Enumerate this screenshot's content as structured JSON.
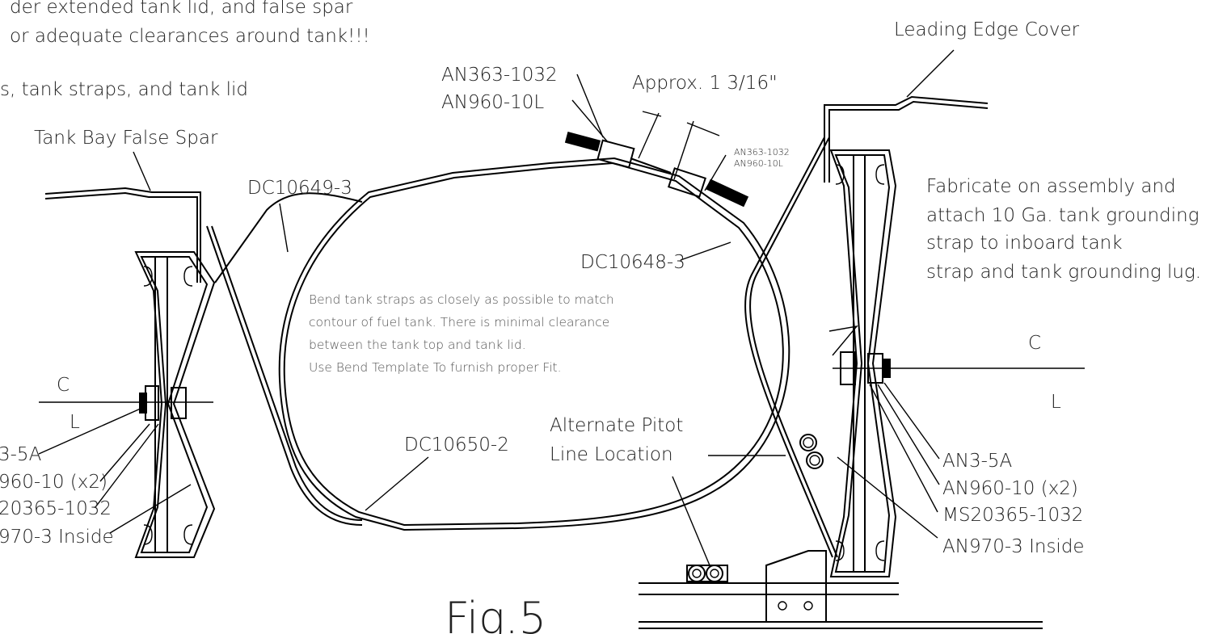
{
  "notes": {
    "top_line1": "der extended tank lid, and false spar",
    "top_line2": "or adequate clearances around tank!!!",
    "top_line3": "s, tank straps, and tank lid"
  },
  "labels": {
    "leading_edge_cover": "Leading Edge Cover",
    "tank_bay_false_spar": "Tank Bay False Spar",
    "an363_top": "AN363-1032",
    "an960_top": "AN960-10L",
    "approx": "Approx. 1 3/16\"",
    "an363_small": "AN363-1032",
    "an960_small": "AN960-10L",
    "dc10649": "DC10649-3",
    "dc10648": "DC10648-3",
    "dc10650": "DC10650-2",
    "alt_pitot_1": "Alternate Pitot",
    "alt_pitot_2": "Line Location",
    "fig": "Fig.5"
  },
  "fabricate_note": [
    "Fabricate on assembly and",
    "attach 10 Ga. tank grounding",
    "strap to inboard tank",
    "strap and tank grounding lug."
  ],
  "bend_note": [
    "Bend tank straps as closely as possible to match",
    "contour of fuel tank. There is minimal clearance",
    "between the tank top and tank lid.",
    "Use Bend Template To furnish proper Fit."
  ],
  "left_hardware": [
    "3-5A",
    "960-10 (x2)",
    "20365-1032",
    "970-3 Inside"
  ],
  "right_hardware": [
    "AN3-5A",
    "AN960-10 (x2)",
    "MS20365-1032",
    "AN970-3 Inside"
  ],
  "centerline": {
    "c": "C",
    "l": "L"
  }
}
